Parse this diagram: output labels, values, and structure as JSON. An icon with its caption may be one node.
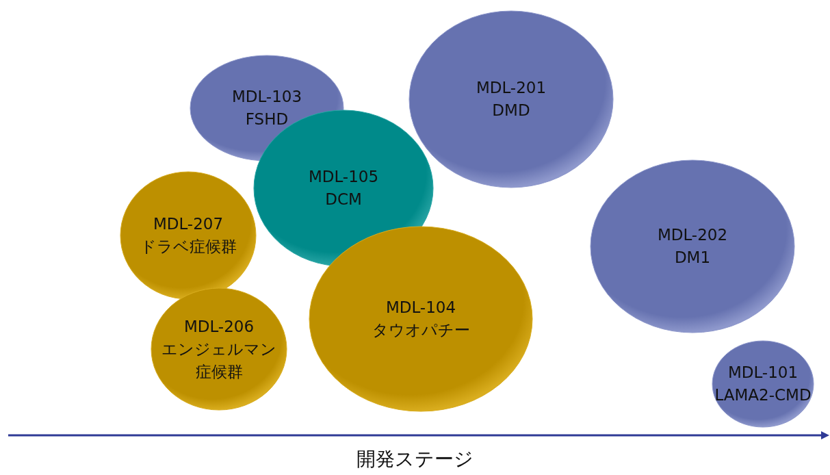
{
  "diagram": {
    "nodes": [
      {
        "text": [
          "MDL-201",
          "DMD"
        ]
      },
      {
        "text": [
          "MDL-103",
          "FSHD"
        ]
      },
      {
        "text": [
          "MDL-105",
          "DCM"
        ]
      },
      {
        "text": [
          "MDL-207",
          "ドラベ症候群"
        ]
      },
      {
        "text": [
          "MDL-202",
          "DM1"
        ]
      },
      {
        "text": [
          "MDL-104",
          "タウオパチー"
        ]
      },
      {
        "text": [
          "MDL-206",
          "エンジェルマン症候群"
        ]
      },
      {
        "text": [
          "MDL-101",
          "LAMA2-CMD"
        ]
      }
    ],
    "labels": [
      "開発ステージ"
    ]
  }
}
